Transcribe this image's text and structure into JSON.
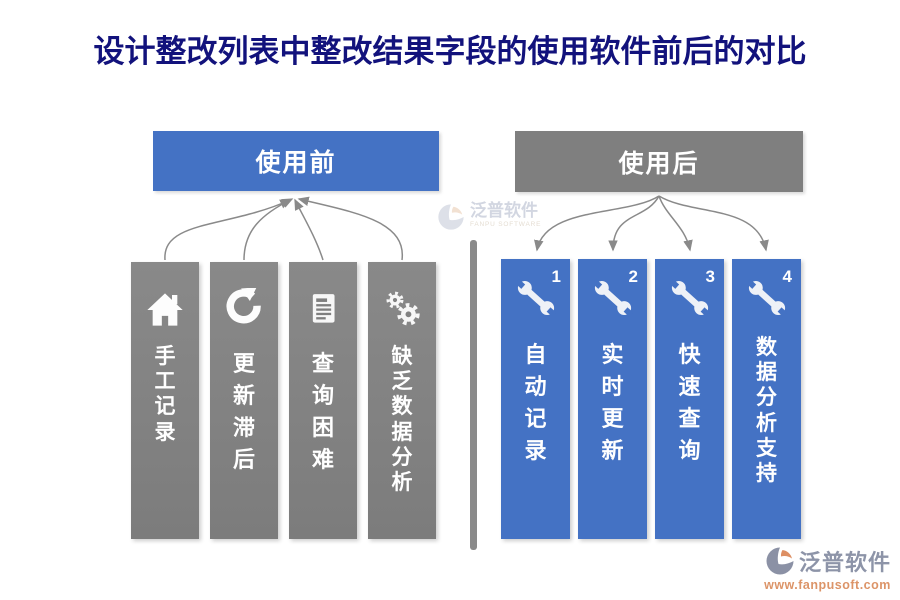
{
  "title": "设计整改列表中整改结果字段的使用软件前后的对比",
  "colors": {
    "accent_blue": "#4472C4",
    "accent_gray": "#7f7f7f",
    "title_navy": "#12127c",
    "arrow_gray": "#8a8a8a",
    "url_orange": "#dc9468"
  },
  "before": {
    "header": "使用前",
    "items": [
      {
        "icon": "home-icon",
        "label": "手工记录"
      },
      {
        "icon": "refresh-icon",
        "label": "更新滞后"
      },
      {
        "icon": "document-icon",
        "label": "查询困难"
      },
      {
        "icon": "gears-icon",
        "label": "缺乏数据分析"
      }
    ]
  },
  "after": {
    "header": "使用后",
    "items": [
      {
        "icon": "wrench-icon",
        "number": "1",
        "label": "自动记录"
      },
      {
        "icon": "wrench-icon",
        "number": "2",
        "label": "实时更新"
      },
      {
        "icon": "wrench-icon",
        "number": "3",
        "label": "快速查询"
      },
      {
        "icon": "wrench-icon",
        "number": "4",
        "label": "数据分析支持"
      }
    ]
  },
  "watermark": {
    "name": "泛普软件",
    "subtitle": "FANPU SOFTWARE"
  },
  "footer_logo": {
    "name": "泛普软件",
    "url": "www.fanpusoft.com"
  }
}
